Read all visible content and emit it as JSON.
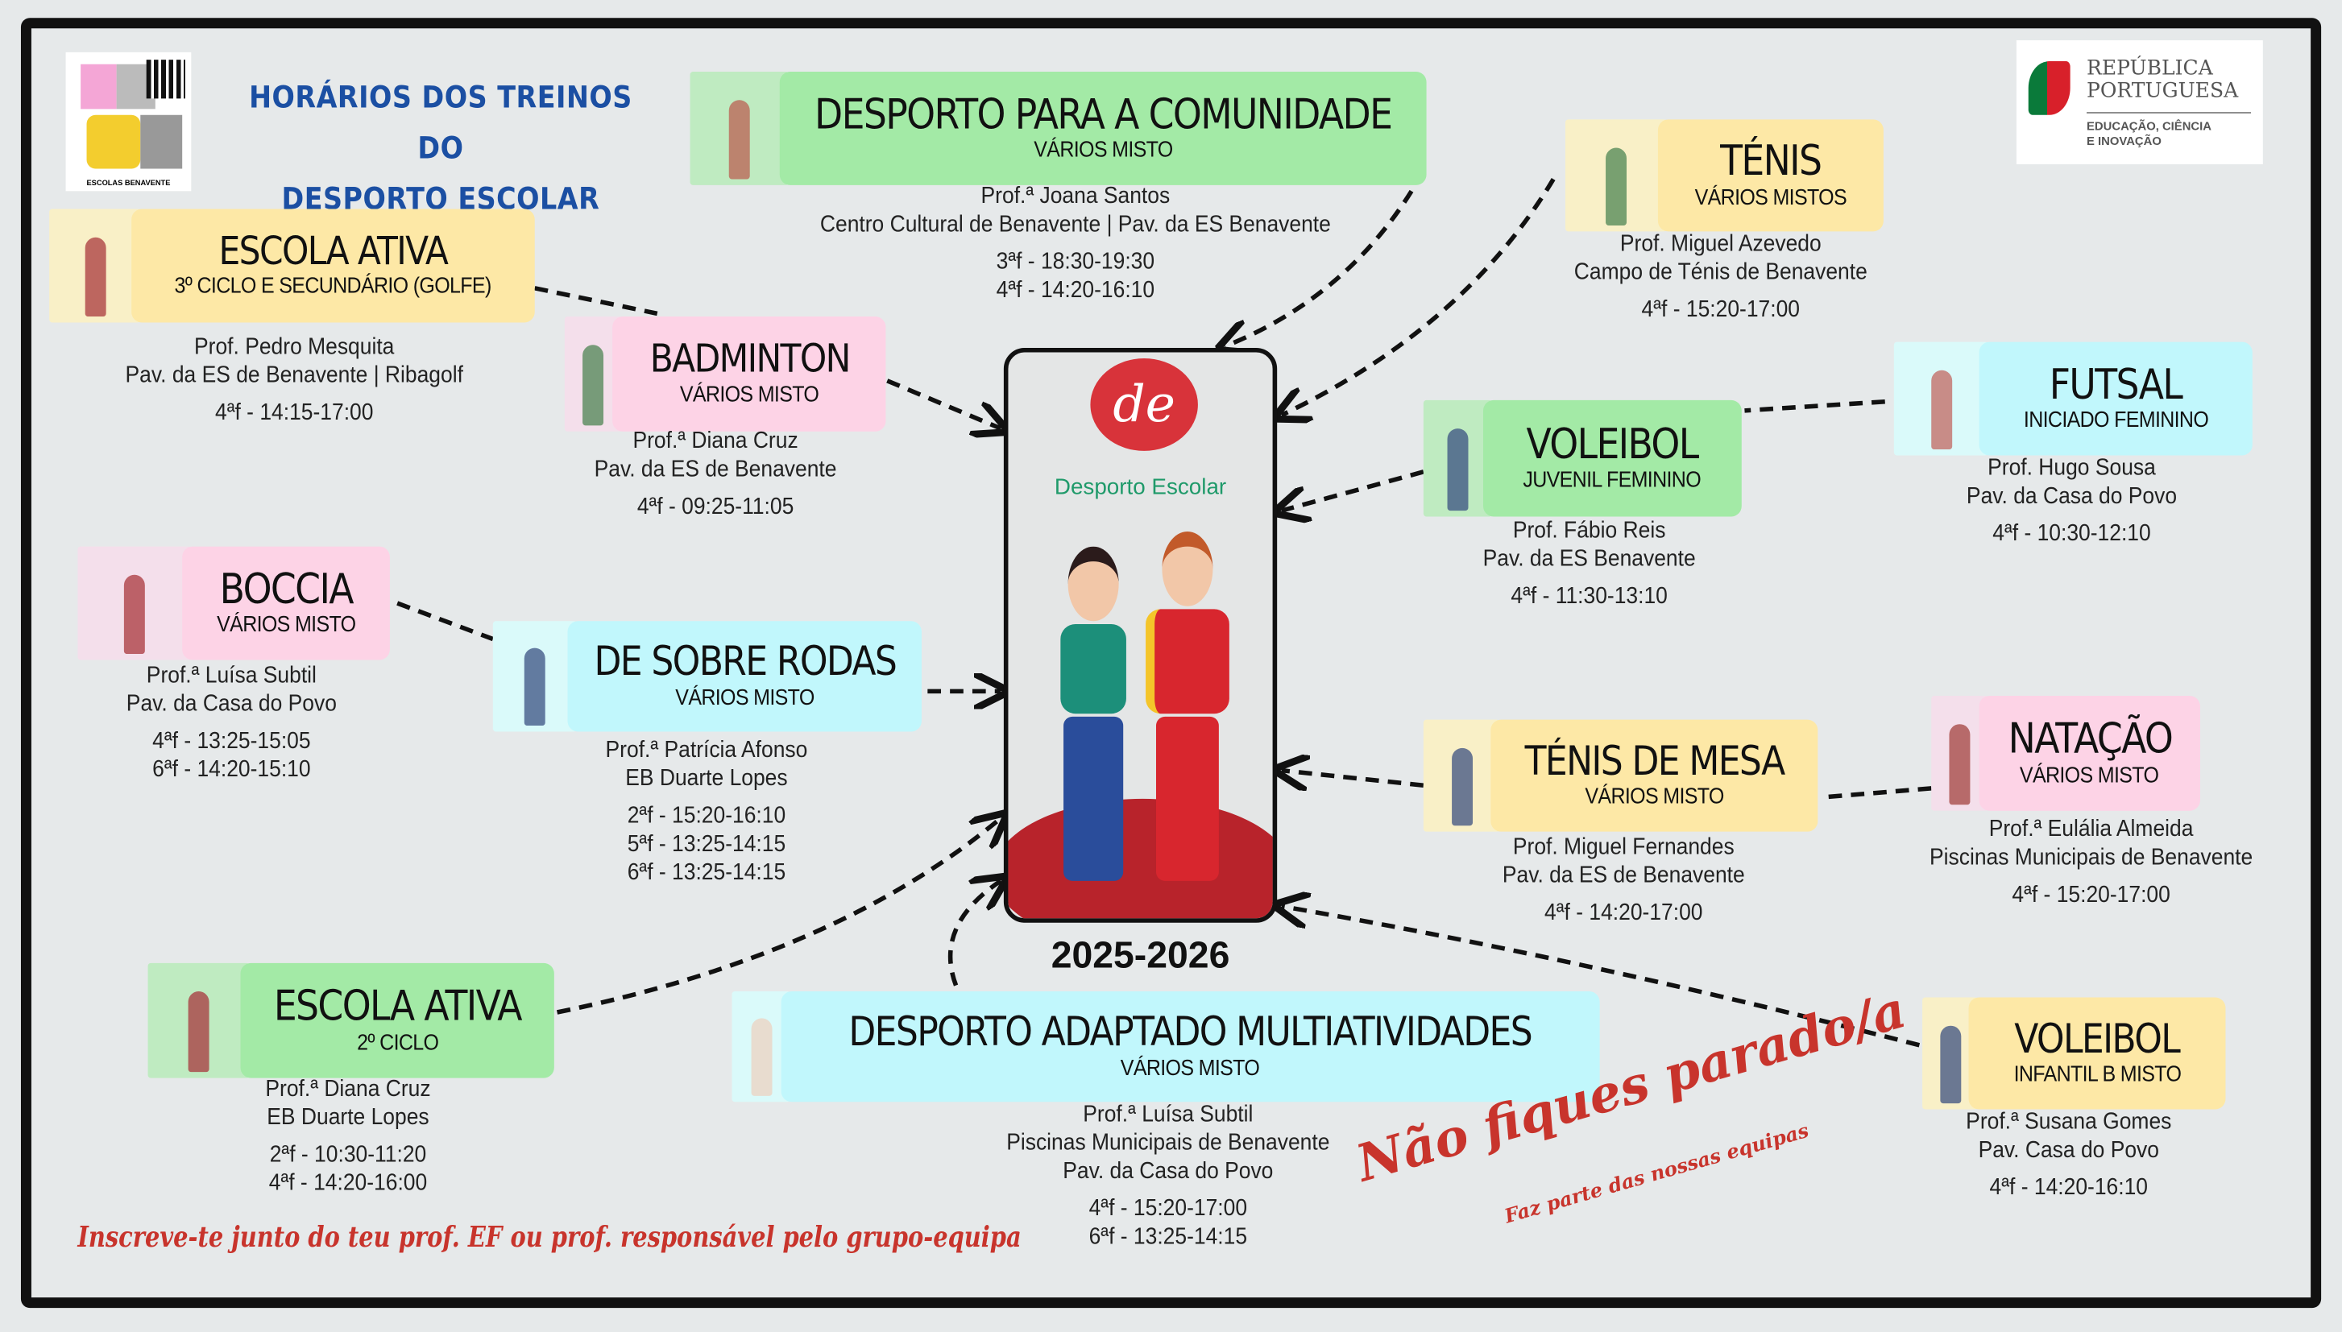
{
  "header": {
    "title_line1": "HORÁRIOS DOS TREINOS DO",
    "title_line2": "DESPORTO ESCOLAR",
    "school_logo_text": "ESCOLAS BENAVENTE",
    "gov_logo": {
      "line1": "REPÚBLICA",
      "line2": "PORTUGUESA",
      "line3": "EDUCAÇÃO, CIÊNCIA",
      "line4": "E INOVAÇÃO"
    }
  },
  "center": {
    "brand": "Desporto Escolar",
    "logo_letters": "de",
    "year": "2025-2026"
  },
  "cards": [
    {
      "title": "DESPORTO PARA A COMUNIDADE",
      "subtitle": "VÁRIOS MISTO",
      "teacher": "Prof.ª Joana Santos",
      "location": "Centro Cultural de Benavente | Pav. da ES Benavente",
      "schedule": [
        "3ªf - 18:30-19:30",
        "4ªf - 14:20-16:10"
      ],
      "color": "#a3eaa6"
    },
    {
      "title": "ESCOLA ATIVA",
      "subtitle": "3º CICLO E SECUNDÁRIO (GOLFE)",
      "teacher": "Prof. Pedro Mesquita",
      "location": "Pav. da ES de Benavente | Ribagolf",
      "schedule": [
        "4ªf - 14:15-17:00"
      ],
      "color": "#fde8a6"
    },
    {
      "title": "BADMINTON",
      "subtitle": "VÁRIOS MISTO",
      "teacher": "Prof.ª Diana Cruz",
      "location": "Pav. da ES de Benavente",
      "schedule": [
        "4ªf - 09:25-11:05"
      ],
      "color": "#fdd3e6"
    },
    {
      "title": "TÉNIS",
      "subtitle": "VÁRIOS MISTOS",
      "teacher": "Prof. Miguel Azevedo",
      "location": "Campo de Ténis de Benavente",
      "schedule": [
        "4ªf - 15:20-17:00"
      ],
      "color": "#fde8a6"
    },
    {
      "title": "FUTSAL",
      "subtitle": "INICIADO FEMININO",
      "teacher": "Prof. Hugo Sousa",
      "location": "Pav. da Casa do Povo",
      "schedule": [
        "4ªf - 10:30-12:10"
      ],
      "color": "#c1f7fc"
    },
    {
      "title": "VOLEIBOL",
      "subtitle": "JUVENIL FEMININO",
      "teacher": "Prof. Fábio Reis",
      "location": "Pav. da ES Benavente",
      "schedule": [
        "4ªf - 11:30-13:10"
      ],
      "color": "#a3eaa6"
    },
    {
      "title": "BOCCIA",
      "subtitle": "VÁRIOS MISTO",
      "teacher": "Prof.ª Luísa Subtil",
      "location": "Pav. da Casa do Povo",
      "schedule": [
        "4ªf - 13:25-15:05",
        "6ªf - 14:20-15:10"
      ],
      "color": "#fdd3e6"
    },
    {
      "title": "DE SOBRE RODAS",
      "subtitle": "VÁRIOS MISTO",
      "teacher": "Prof.ª Patrícia Afonso",
      "location": "EB Duarte Lopes",
      "schedule": [
        "2ªf - 15:20-16:10",
        "5ªf - 13:25-14:15",
        "6ªf - 13:25-14:15"
      ],
      "color": "#c1f7fc"
    },
    {
      "title": "TÉNIS DE MESA",
      "subtitle": "VÁRIOS MISTO",
      "teacher": "Prof. Miguel Fernandes",
      "location": "Pav. da ES de Benavente",
      "schedule": [
        "4ªf - 14:20-17:00"
      ],
      "color": "#fde8a6"
    },
    {
      "title": "NATAÇÃO",
      "subtitle": "VÁRIOS MISTO",
      "teacher": "Prof.ª Eulália Almeida",
      "location": "Piscinas Municipais de Benavente",
      "schedule": [
        "4ªf - 15:20-17:00"
      ],
      "color": "#fdd3e6"
    },
    {
      "title": "ESCOLA ATIVA",
      "subtitle": "2º CICLO",
      "teacher": "Prof.ª Diana Cruz",
      "location": "EB Duarte Lopes",
      "schedule": [
        "2ªf - 10:30-11:20",
        "4ªf - 14:20-16:00"
      ],
      "color": "#a3eaa6"
    },
    {
      "title": "DESPORTO ADAPTADO MULTIATIVIDADES",
      "subtitle": "VÁRIOS MISTO",
      "teacher": "Prof.ª Luísa Subtil",
      "location": "Piscinas Municipais de Benavente\nPav. da Casa do Povo",
      "schedule": [
        "4ªf - 15:20-17:00",
        "6ªf - 13:25-14:15"
      ],
      "color": "#c1f7fc"
    },
    {
      "title": "VOLEIBOL",
      "subtitle": "INFANTIL B MISTO",
      "teacher": "Prof.ª Susana Gomes",
      "location": "Pav. Casa do Povo",
      "schedule": [
        "4ªf - 14:20-16:10"
      ],
      "color": "#fde8a6"
    }
  ],
  "footer": {
    "signup": "Inscreve-te junto do teu prof. EF ou prof. responsável pelo grupo-equipa",
    "slogan": "Não fiques parado/a",
    "slogan_sub": "Faz parte das nossas equipas"
  },
  "colors": {
    "title_blue": "#1b4fa3",
    "accent_red": "#c8342c"
  }
}
